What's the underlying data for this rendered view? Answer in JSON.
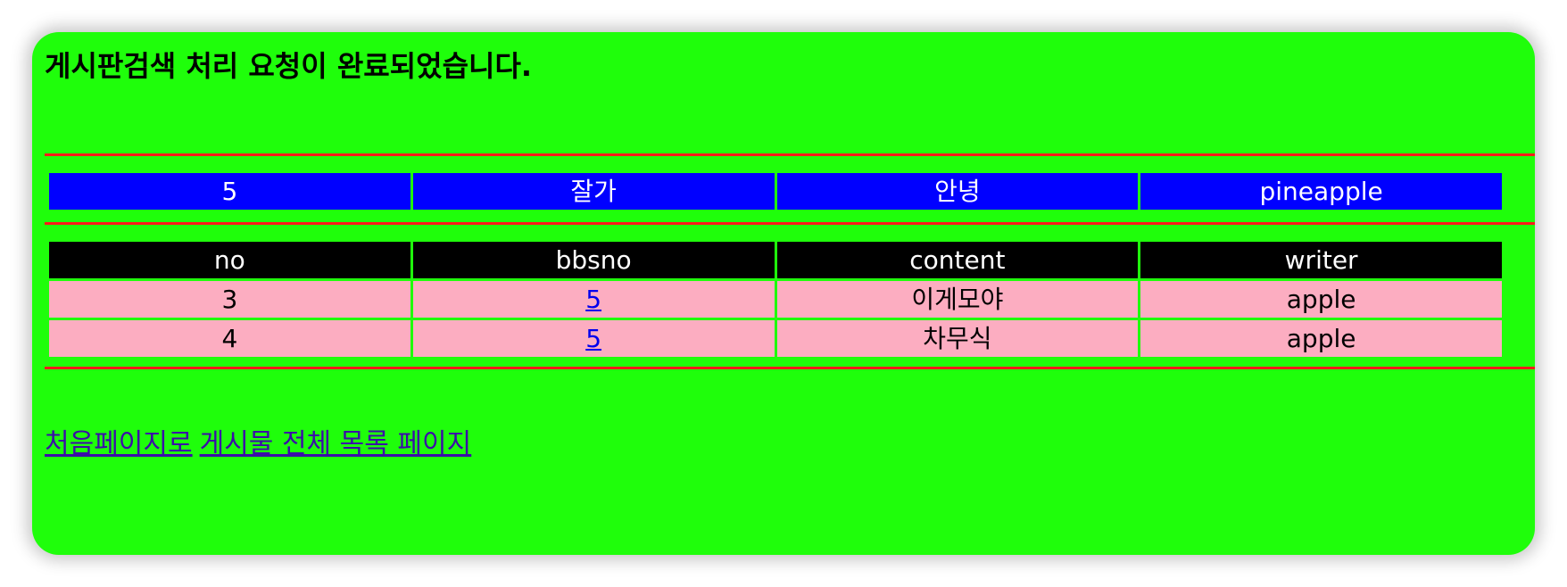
{
  "page": {
    "title": "게시판검색 처리 요청이 완료되었습니다."
  },
  "bbs_detail": {
    "cells": [
      "5",
      "잘가",
      "안녕",
      "pineapple"
    ]
  },
  "reply_table": {
    "headers": [
      "no",
      "bbsno",
      "content",
      "writer"
    ],
    "rows": [
      [
        "3",
        "5",
        "이게모야",
        "apple"
      ],
      [
        "4",
        "5",
        "차무식",
        "apple"
      ]
    ]
  },
  "links": {
    "home": "처음페이지로",
    "list": "게시물 전체 목록 페이지"
  },
  "colors": {
    "page_background": "#1ffe0b",
    "divider": "#ff1a1a",
    "detail_row": "#0000ff",
    "header_row": "#000000",
    "data_row": "#fcadc1"
  }
}
